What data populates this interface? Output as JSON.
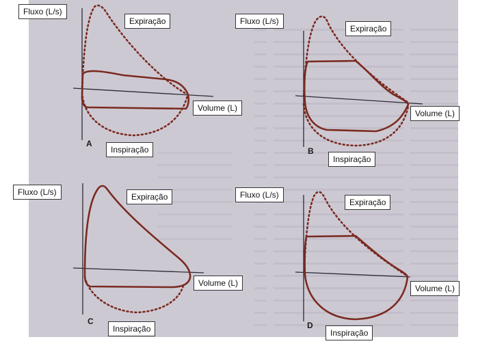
{
  "colors": {
    "paper": "#cdc9d3",
    "paper_text": "#a9a5b3",
    "curve": "#7a2a20",
    "axis": "#2a2a35",
    "label_bg": "#ffffff"
  },
  "panels": [
    {
      "letter": "A",
      "flow": "Fluxo (L/s)",
      "exp": "Expiração",
      "vol": "Volume (L)",
      "insp": "Inspiração"
    },
    {
      "letter": "B",
      "flow": "Fluxo (L/s)",
      "exp": "Expiração",
      "vol": "Volume (L)",
      "insp": "Inspiração"
    },
    {
      "letter": "C",
      "flow": "Fluxo (L/s)",
      "exp": "Expiração",
      "vol": "Volume (L)",
      "insp": "Inspiração"
    },
    {
      "letter": "D",
      "flow": "Fluxo (L/s)",
      "exp": "Expiração",
      "vol": "Volume (L)",
      "insp": "Inspiração"
    }
  ]
}
